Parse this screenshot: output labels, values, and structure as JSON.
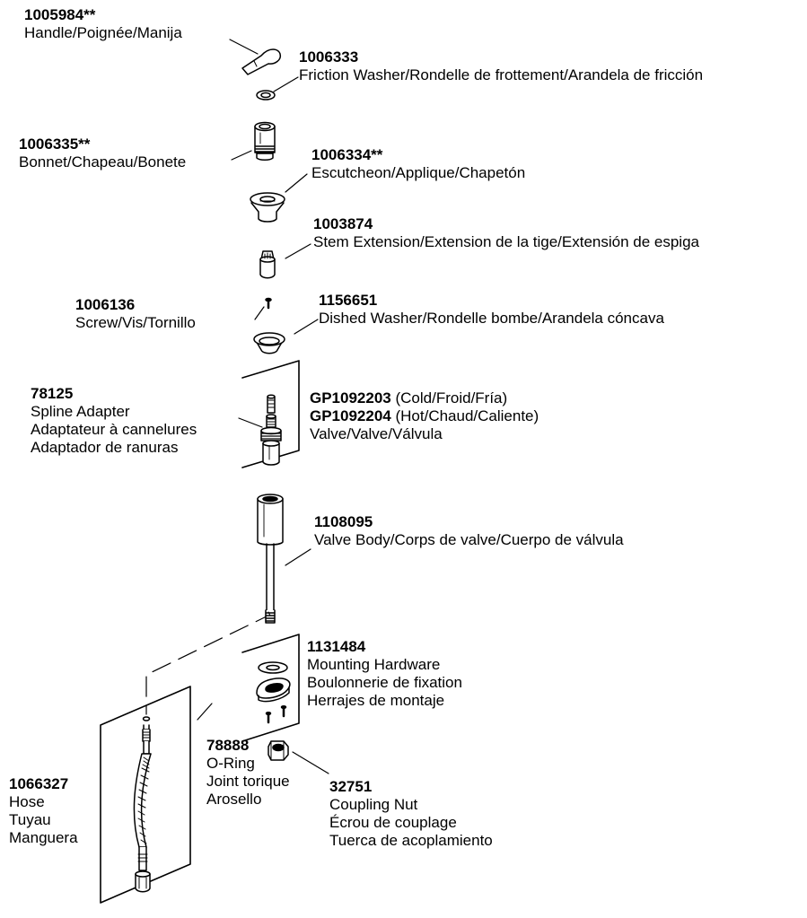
{
  "parts": {
    "handle": {
      "number": "1005984**",
      "desc": "Handle/Poignée/Manija"
    },
    "friction_washer": {
      "number": "1006333",
      "desc": "Friction Washer/Rondelle de frottement/Arandela de fricción"
    },
    "bonnet": {
      "number": "1006335**",
      "desc": "Bonnet/Chapeau/Bonete"
    },
    "escutcheon": {
      "number": "1006334**",
      "desc": "Escutcheon/Applique/Chapetón"
    },
    "stem_extension": {
      "number": "1003874",
      "desc": "Stem Extension/Extension de la tige/Extensión de espiga"
    },
    "screw": {
      "number": "1006136",
      "desc": "Screw/Vis/Tornillo"
    },
    "dished_washer": {
      "number": "1156651",
      "desc": "Dished Washer/Rondelle bombe/Arandela cóncava"
    },
    "spline_adapter": {
      "number": "78125",
      "lines": [
        "Spline Adapter",
        "Adaptateur à cannelures",
        "Adaptador de ranuras"
      ]
    },
    "valve": {
      "cold_number": "GP1092203",
      "cold_note": "(Cold/Froid/Fría)",
      "hot_number": "GP1092204",
      "hot_note": "(Hot/Chaud/Caliente)",
      "desc": "Valve/Valve/Válvula"
    },
    "valve_body": {
      "number": "1108095",
      "desc": "Valve Body/Corps de valve/Cuerpo de válvula"
    },
    "mounting_hardware": {
      "number": "1131484",
      "lines": [
        "Mounting Hardware",
        "Boulonnerie de fixation",
        "Herrajes de montaje"
      ]
    },
    "o_ring": {
      "number": "78888",
      "lines": [
        "O-Ring",
        "Joint torique",
        "Arosello"
      ]
    },
    "hose": {
      "number": "1066327",
      "lines": [
        "Hose",
        "Tuyau",
        "Manguera"
      ]
    },
    "coupling_nut": {
      "number": "32751",
      "lines": [
        "Coupling Nut",
        "Écrou de couplage",
        "Tuerca de acoplamiento"
      ]
    }
  }
}
